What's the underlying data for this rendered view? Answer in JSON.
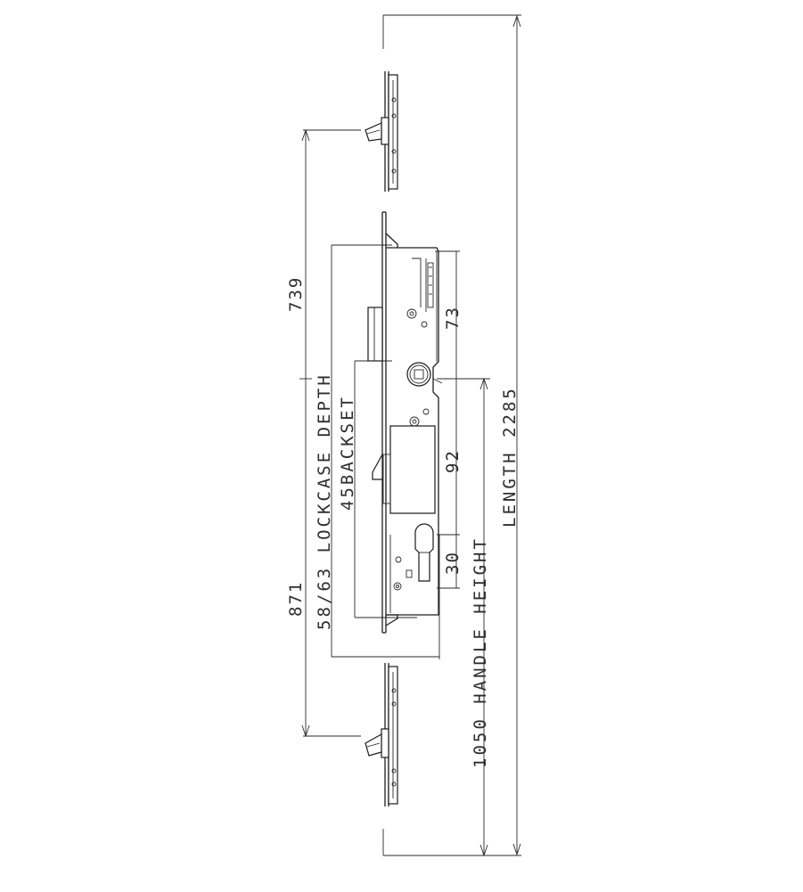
{
  "drawing": {
    "dimensions": {
      "top_offset": "739",
      "bottom_offset": "871",
      "lockcase_depth": "58/63 LOCKCASE DEPTH",
      "backset": "45BACKSET",
      "handle_height": "1050 HANDLE HEIGHT",
      "length": "LENGTH 2285",
      "spindle_to_top": "73",
      "spindle_to_cylinder": "92",
      "cylinder_offset": "30"
    }
  }
}
